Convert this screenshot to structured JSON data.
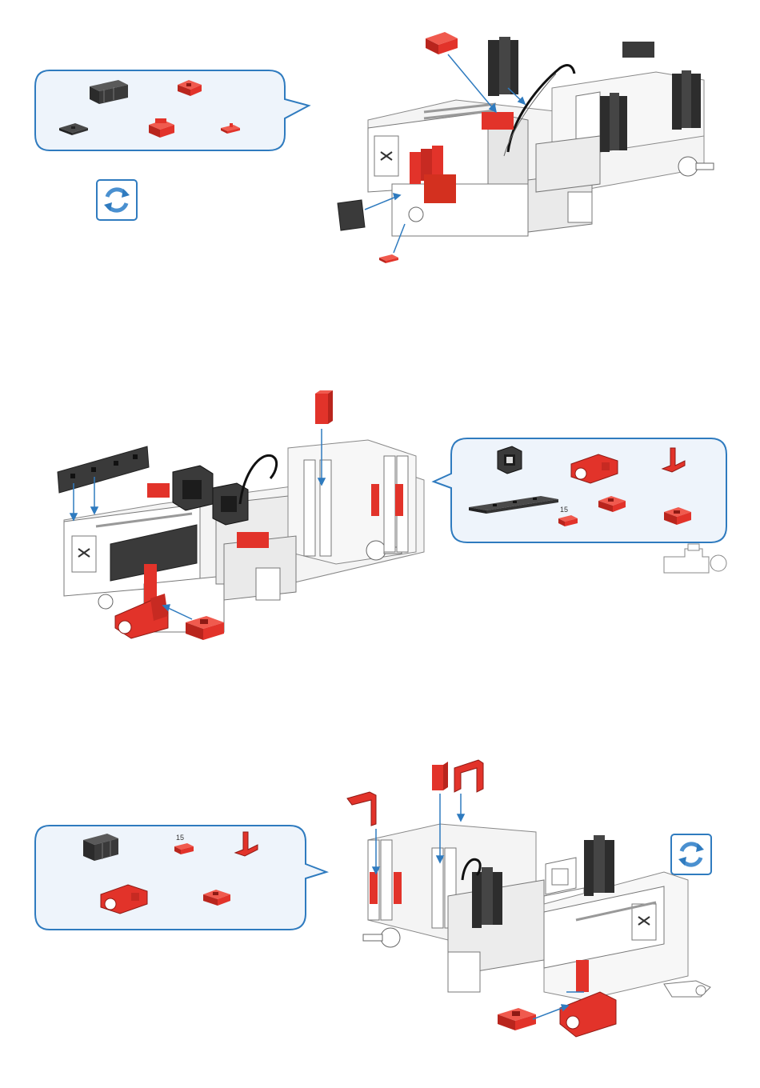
{
  "steps": [
    {
      "id": "step1",
      "parts": [
        "black-building-block-30-icon",
        "red-building-block-15-icon",
        "black-plate-icon",
        "red-angle-block-icon",
        "red-small-clip-icon"
      ],
      "rotate_icon": true
    },
    {
      "id": "step2",
      "parts": [
        "black-frame-block-icon",
        "red-hinge-joint-icon",
        "red-angle-bracket-icon",
        "black-long-plate-icon",
        "red-building-block-15-icon",
        "red-block-label-15-icon",
        "red-building-block-5-icon"
      ],
      "part_labels": {
        "small_block": "15"
      }
    },
    {
      "id": "step3",
      "parts": [
        "black-building-block-30-icon",
        "red-block-label-15-icon",
        "red-angle-bracket-icon",
        "red-hinge-joint-icon",
        "red-building-block-15-icon"
      ],
      "part_labels": {
        "small_block": "15"
      },
      "rotate_icon": true
    }
  ],
  "colors": {
    "bubble_border": "#2f7bbf",
    "bubble_fill": "#eef4fb",
    "red_part": "#e2332a",
    "black_part": "#3a3a3a",
    "arrow": "#2f7bbf"
  }
}
